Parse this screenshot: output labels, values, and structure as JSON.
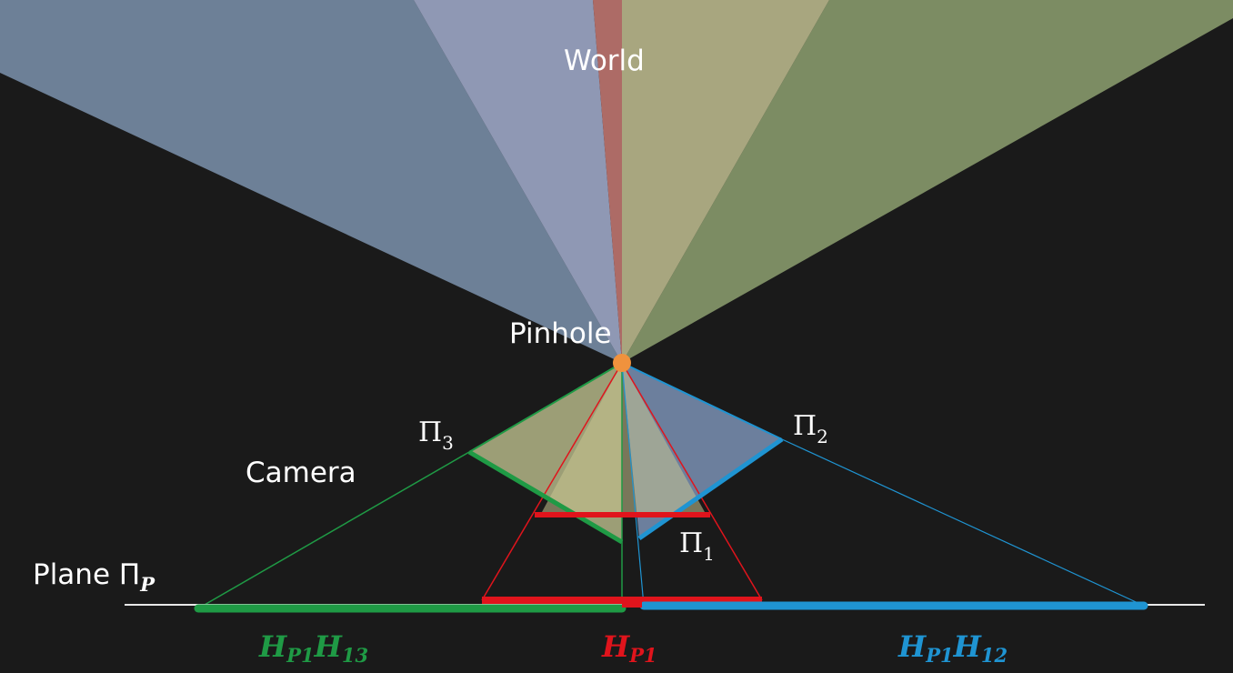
{
  "labels": {
    "world": "World",
    "pinhole": "Pinhole",
    "camera": "Camera",
    "plane_prefix": "Plane Π",
    "plane_sub": "P",
    "pi_symbol": "Π",
    "pi3_sub": "3",
    "pi2_sub": "2",
    "pi1_sub": "1",
    "hp1_main": "H",
    "hp1_sub": "P1",
    "h13_main_1": "H",
    "h13_sub_1": "P1",
    "h13_main_2": "H",
    "h13_sub_2": "13",
    "h12_main_1": "H",
    "h12_sub_1": "P1",
    "h12_main_2": "H",
    "h12_sub_2": "12"
  },
  "colors": {
    "background": "#1a1a1a",
    "blue_cone": "#8ea8c8",
    "lavender_cone": "#a5afd0",
    "red_cone": "#b5706a",
    "yellow_cone": "#c8c696",
    "green_cone": "#99ad78",
    "pinhole": "#f0923d",
    "green": "#1f9a45",
    "red": "#e0141c",
    "blue": "#1f94d2",
    "white": "#ffffff",
    "plane_line": "#e8e8e8"
  }
}
